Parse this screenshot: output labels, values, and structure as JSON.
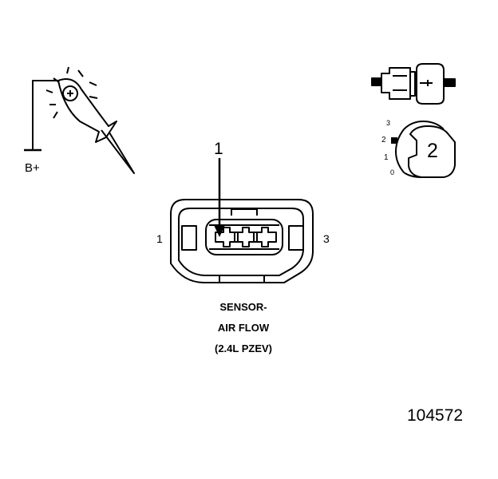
{
  "test_lamp": {
    "icon": "test-lamp-icon",
    "power_label": "B+"
  },
  "connector": {
    "icon": "three-pin-connector-icon",
    "callout": "1",
    "pin_left": "1",
    "pin_right": "3"
  },
  "caption": {
    "line1": "SENSOR-",
    "line2": "AIR FLOW",
    "line3": "(2.4L PZEV)"
  },
  "ignition_switch": {
    "icon": "ignition-switch-icon",
    "positions": [
      "3",
      "2",
      "1",
      "0"
    ],
    "knob_label": "2"
  },
  "mated_connector": {
    "icon": "mated-connector-icon"
  },
  "figure_number": "104572"
}
